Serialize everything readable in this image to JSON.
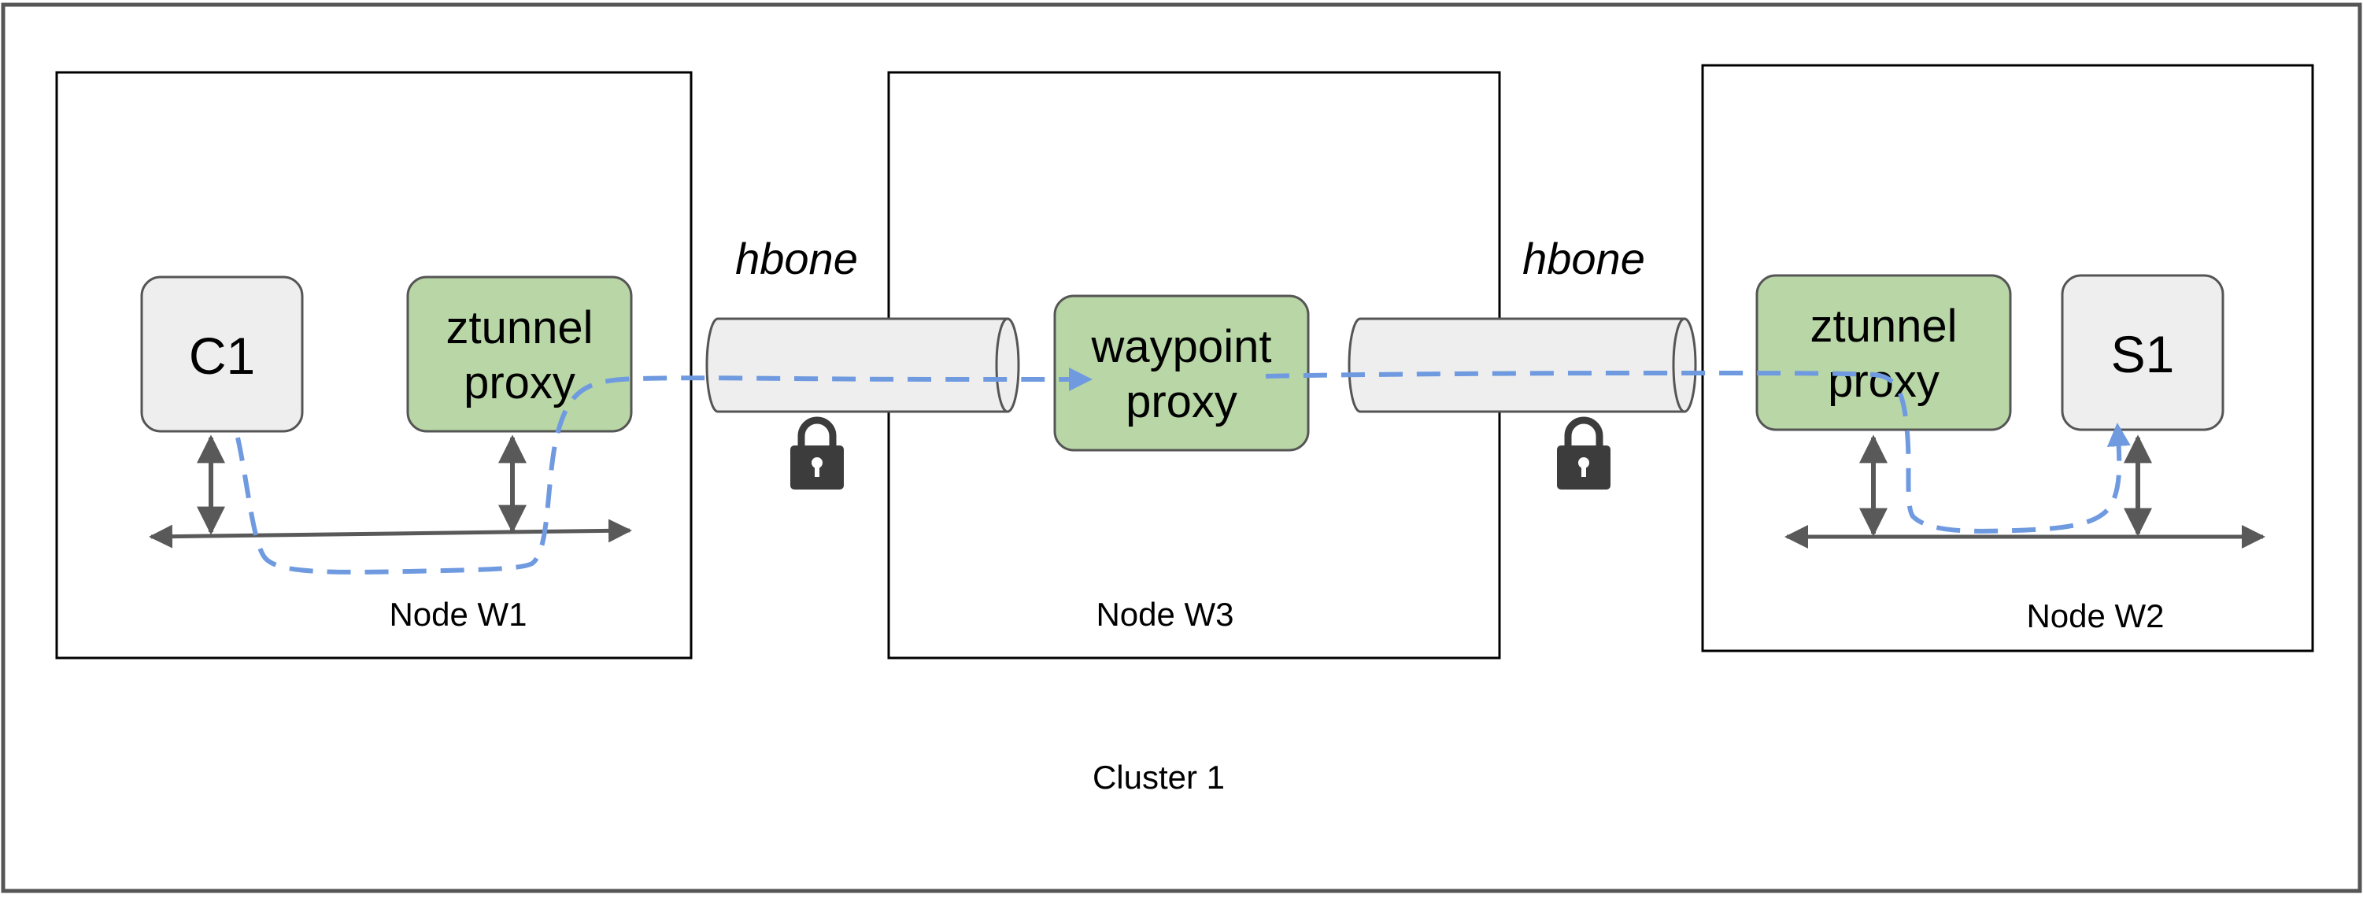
{
  "cluster": {
    "label": "Cluster 1"
  },
  "nodes": {
    "w1": {
      "label": "Node W1"
    },
    "w3": {
      "label": "Node W3"
    },
    "w2": {
      "label": "Node W2"
    }
  },
  "components": {
    "c1": {
      "label": "C1"
    },
    "ztunnel_w1": {
      "line1": "ztunnel",
      "line2": "proxy"
    },
    "waypoint": {
      "line1": "waypoint",
      "line2": "proxy"
    },
    "ztunnel_w2": {
      "line1": "ztunnel",
      "line2": "proxy"
    },
    "s1": {
      "label": "S1"
    }
  },
  "tunnels": [
    {
      "label": "hbone",
      "icon": "lock-icon"
    },
    {
      "label": "hbone",
      "icon": "lock-icon"
    }
  ],
  "colors": {
    "proxy_fill": "#b8d6a6",
    "workload_fill": "#eeeeee",
    "tunnel_fill": "#eeeeee",
    "flow_path": "#6f9ae0",
    "arrow": "#595959",
    "lock": "#3c3c3c",
    "border": "#000000"
  }
}
